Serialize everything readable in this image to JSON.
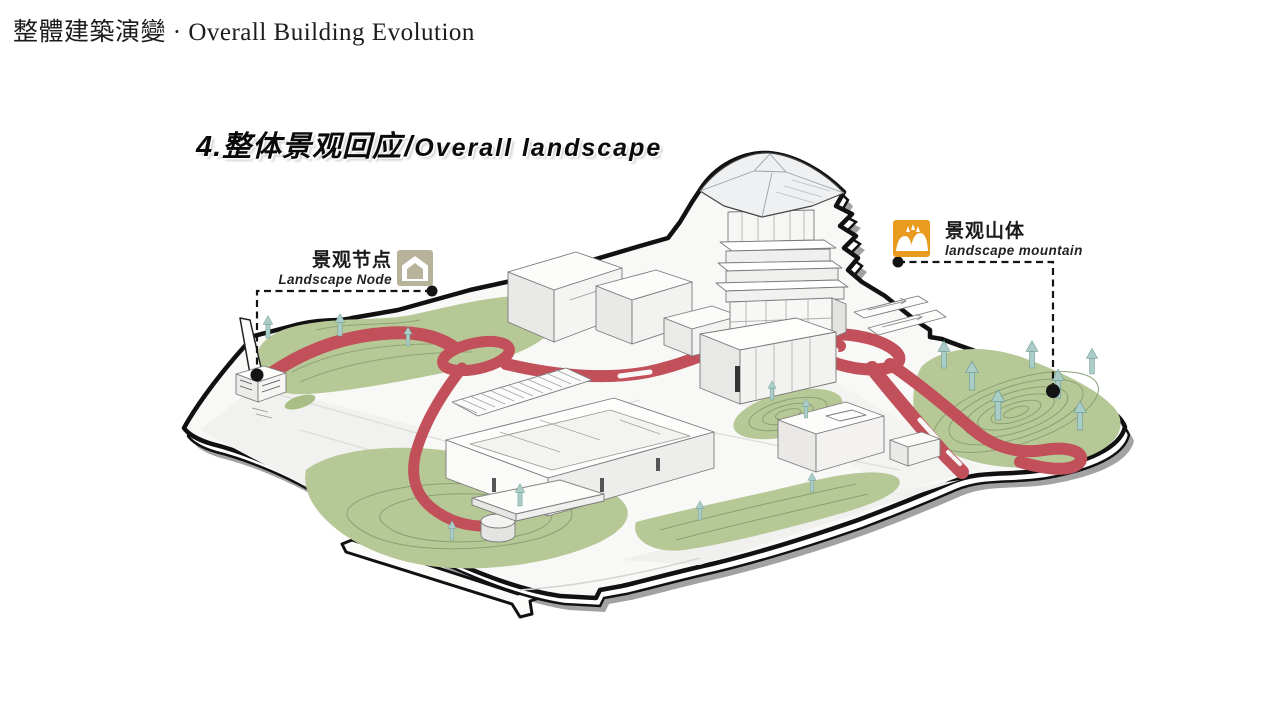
{
  "page": {
    "title": "整體建築演變 · Overall Building Evolution"
  },
  "section": {
    "label_cn": "4.整体景观回应",
    "separator": "/",
    "label_en": "Overall landscape"
  },
  "callouts": {
    "landscape_node": {
      "label_cn": "景观节点",
      "label_en": "Landscape Node",
      "icon": "house-icon"
    },
    "landscape_mountain": {
      "label_cn": "景观山体",
      "label_en": "landscape mountain",
      "icon": "mountain-icon"
    }
  },
  "colors": {
    "site_outline": "#111111",
    "ground": "#f8f8f7",
    "shadow_gray": "#a2a2a2",
    "greenery": "#b7c897",
    "contour_green": "#8fa478",
    "path_red": "#c2505a",
    "wind_arrow_teal": "#abcdc8",
    "node_icon_beige": "#b7b29a",
    "mountain_icon_orange": "#e89b1e",
    "text": "#1a1a1a"
  }
}
